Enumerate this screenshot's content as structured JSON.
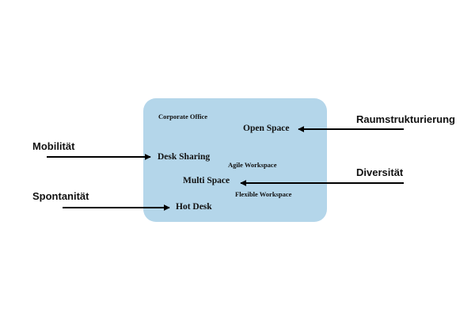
{
  "box": {
    "fill": "#b4d6ea",
    "concepts": {
      "corporate_office": "Corporate Office",
      "open_space": "Open Space",
      "desk_sharing": "Desk Sharing",
      "agile_workspace": "Agile Workspace",
      "multi_space": "Multi Space",
      "flexible_workspace": "Flexible Workspace",
      "hot_desk": "Hot Desk"
    }
  },
  "drivers": {
    "raumstrukturierung": "Raumstrukturierung",
    "mobilitaet": "Mobilität",
    "diversitaet": "Diversität",
    "spontanitaet": "Spontanität"
  },
  "arrow_color": "#000000"
}
